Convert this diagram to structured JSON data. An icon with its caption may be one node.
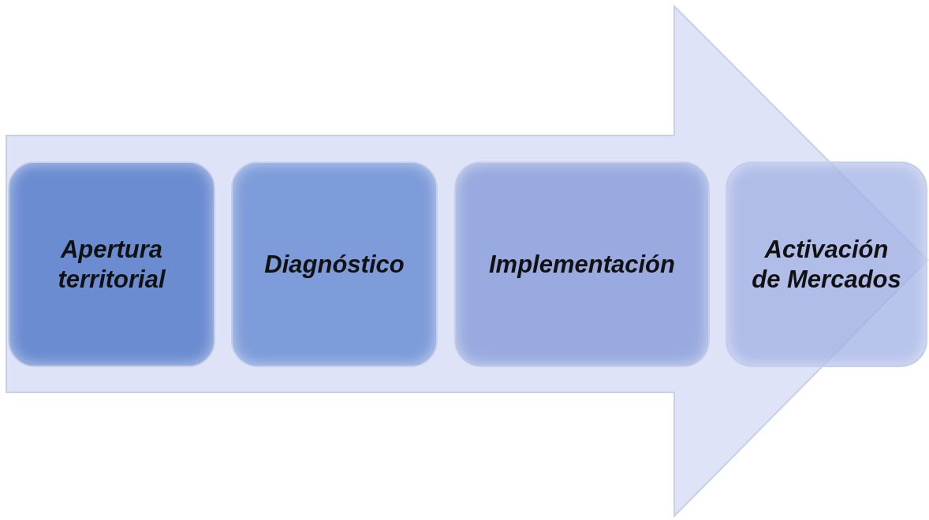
{
  "diagram": {
    "nodes": [
      {
        "text": [],
        "shape": "arrow"
      },
      {
        "text": [
          "Apertura territorial"
        ],
        "in": 0
      },
      {
        "text": [
          "Diagnóstico"
        ],
        "in": 0
      },
      {
        "text": [
          "Implementación"
        ],
        "in": 0
      },
      {
        "text": [
          "Activación de Mercados"
        ],
        "in": 0
      }
    ]
  }
}
